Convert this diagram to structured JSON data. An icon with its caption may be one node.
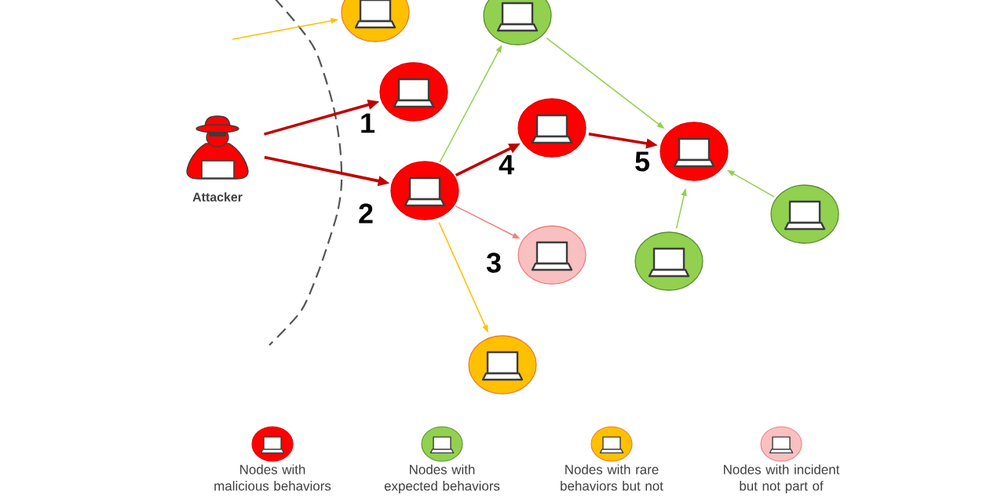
{
  "diagram": {
    "nodes": [
      {
        "text": [
          "Attacker"
        ]
      },
      {
        "text": [],
        "shape": "circle",
        "beside": [
          "1"
        ]
      },
      {
        "text": [],
        "shape": "circle",
        "beside": [
          "2"
        ]
      },
      {
        "text": [],
        "shape": "circle",
        "beside": [
          "4"
        ]
      },
      {
        "text": [],
        "shape": "circle",
        "beside": [
          "5"
        ]
      },
      {
        "text": [],
        "shape": "circle",
        "beside": [
          "3"
        ]
      },
      {
        "text": [],
        "shape": "circle"
      },
      {
        "text": [],
        "shape": "circle"
      },
      {
        "text": [],
        "shape": "circle"
      },
      {
        "text": [],
        "shape": "circle"
      },
      {
        "text": [],
        "shape": "circle"
      }
    ],
    "edges": [
      {
        "from": 0,
        "to": 1,
        "arrow": "to",
        "style": "thick",
        "color": "#c00000"
      },
      {
        "from": 0,
        "to": 2,
        "arrow": "to",
        "style": "thick",
        "color": "#c00000"
      },
      {
        "from": 2,
        "to": 3,
        "arrow": "to",
        "style": "thick",
        "color": "#c00000"
      },
      {
        "from": 3,
        "to": 4,
        "arrow": "to",
        "style": "thick",
        "color": "#c00000"
      },
      {
        "from": 2,
        "to": 7,
        "arrow": "to",
        "color": "#92d050"
      },
      {
        "from": 7,
        "to": 4,
        "arrow": "to",
        "color": "#92d050"
      },
      {
        "from": 9,
        "to": 4,
        "arrow": "to",
        "color": "#92d050"
      },
      {
        "from": 10,
        "to": 4,
        "arrow": "to",
        "color": "#92d050"
      },
      {
        "from": 2,
        "to": 5,
        "arrow": "to",
        "color": "#f08080"
      },
      {
        "from": 2,
        "to": 8,
        "arrow": "to",
        "color": "#ffc000"
      },
      {
        "from": null,
        "to": 6,
        "arrow": "to",
        "color": "#ffc000"
      }
    ],
    "legend": [
      {
        "text": "Nodes with malicious behaviors",
        "color": "#ff0000"
      },
      {
        "text": "Nodes with expected behaviors",
        "color": "#92d050"
      },
      {
        "text": "Nodes with rare behaviors but not",
        "color": "#ffc000"
      },
      {
        "text": "Nodes with incident but not part of",
        "color": "#f8c0c0"
      }
    ]
  }
}
